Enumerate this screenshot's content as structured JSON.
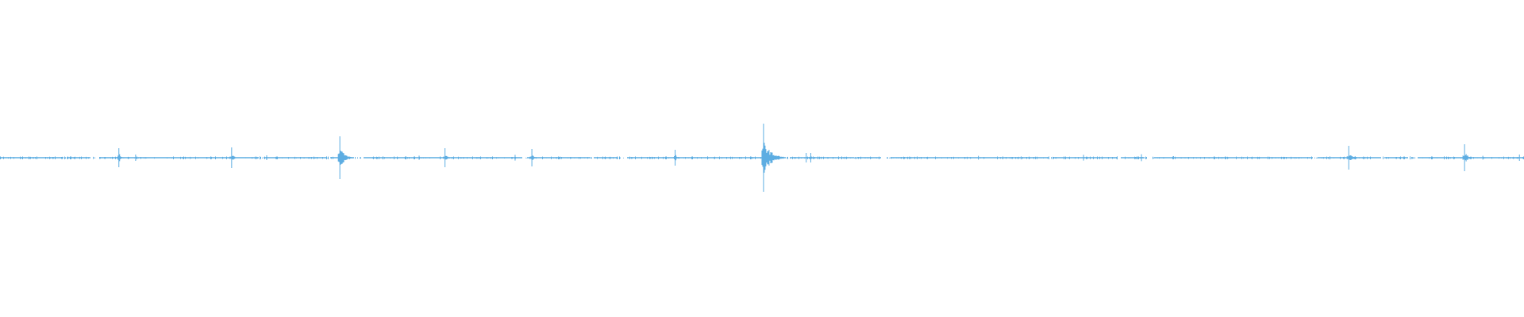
{
  "chart_data": {
    "type": "line",
    "description_kind": "audio-waveform",
    "color": "#5dade2",
    "background": "#ffffff",
    "y_range": [
      -1,
      1
    ],
    "grid": false,
    "legend": "none",
    "baseline_noise_amplitude": 0.008,
    "events": [
      {
        "t": 0.078,
        "peak": 0.06
      },
      {
        "t": 0.089,
        "peak": 0.02
      },
      {
        "t": 0.152,
        "peak": 0.065
      },
      {
        "t": 0.175,
        "peak": 0.015
      },
      {
        "t": 0.223,
        "peak": 0.135
      },
      {
        "t": 0.275,
        "peak": 0.013
      },
      {
        "t": 0.292,
        "peak": 0.06
      },
      {
        "t": 0.338,
        "peak": 0.018
      },
      {
        "t": 0.349,
        "peak": 0.055
      },
      {
        "t": 0.443,
        "peak": 0.05
      },
      {
        "t": 0.501,
        "peak": 0.215
      },
      {
        "t": 0.529,
        "peak": 0.03
      },
      {
        "t": 0.532,
        "peak": 0.03
      },
      {
        "t": 0.642,
        "peak": 0.012
      },
      {
        "t": 0.711,
        "peak": 0.018
      },
      {
        "t": 0.749,
        "peak": 0.022
      },
      {
        "t": 0.77,
        "peak": 0.01
      },
      {
        "t": 0.885,
        "peak": 0.075
      },
      {
        "t": 0.961,
        "peak": 0.085
      },
      {
        "t": 0.973,
        "peak": 0.012
      },
      {
        "t": 0.997,
        "peak": 0.02
      }
    ]
  }
}
